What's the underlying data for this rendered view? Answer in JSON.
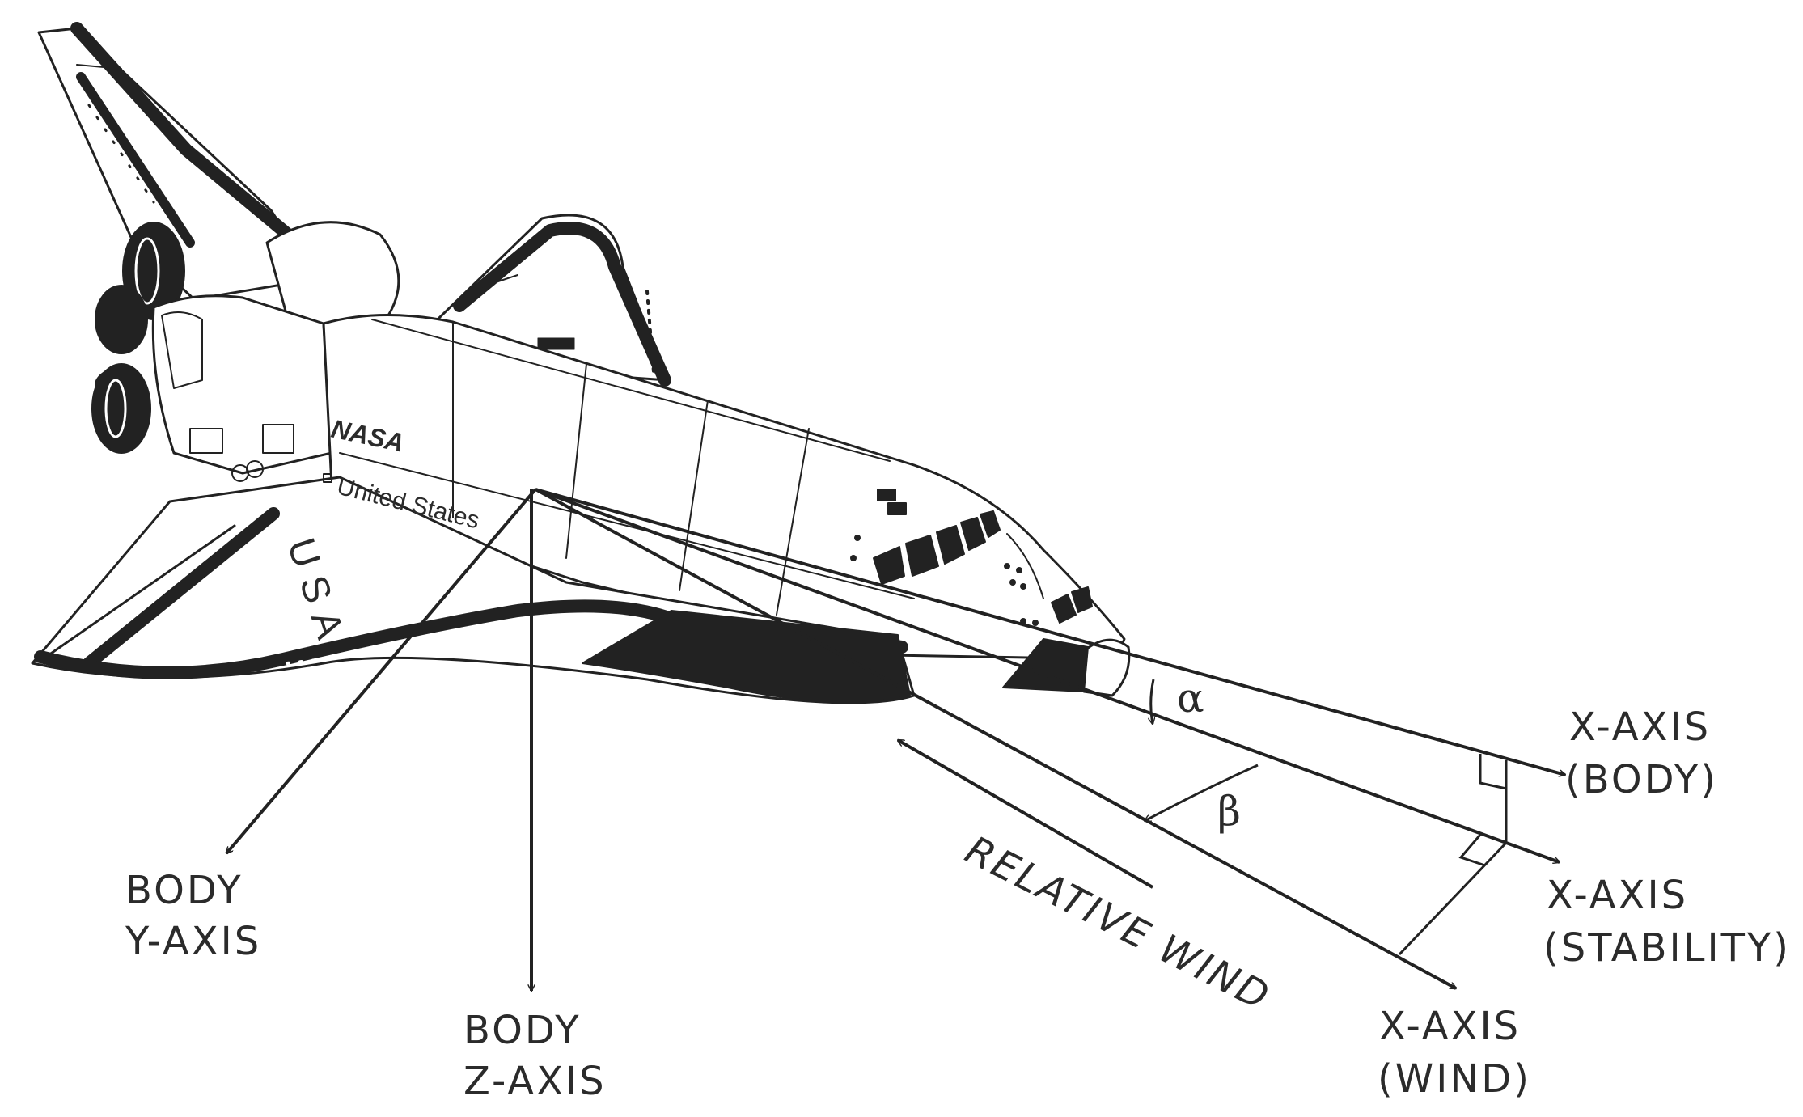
{
  "diagram": {
    "vehicle": {
      "nasa_logo": "NASA",
      "fuselage_text": "United States",
      "wing_text": "USA"
    },
    "labels": {
      "body_y_axis": [
        "BODY",
        "Y-AXIS"
      ],
      "body_z_axis": [
        "BODY",
        "Z-AXIS"
      ],
      "x_axis_body": [
        "X-AXIS",
        "(BODY)"
      ],
      "x_axis_stability": [
        "X-AXIS",
        "(STABILITY)"
      ],
      "x_axis_wind": [
        "X-AXIS",
        "(WIND)"
      ],
      "relative_wind": "RELATIVE WIND",
      "alpha": "α",
      "beta": "β"
    }
  }
}
